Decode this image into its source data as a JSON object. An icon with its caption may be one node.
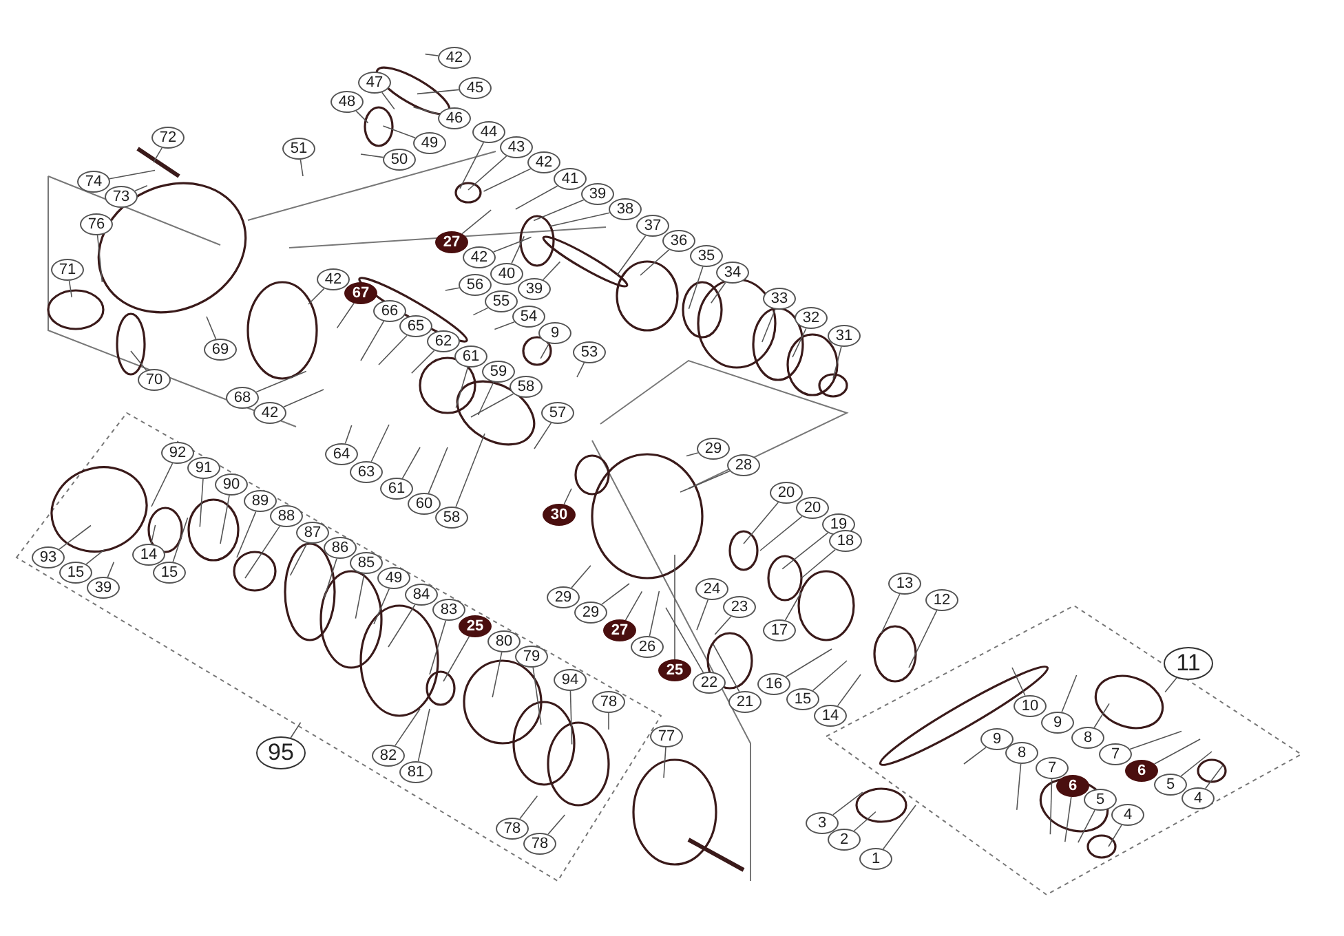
{
  "diagram": {
    "nodes": [
      {
        "text": [
          "42"
        ]
      },
      {
        "text": [
          "45"
        ]
      },
      {
        "text": [
          "47"
        ]
      },
      {
        "text": [
          "48"
        ]
      },
      {
        "text": [
          "46"
        ]
      },
      {
        "text": [
          "49"
        ]
      },
      {
        "text": [
          "50"
        ]
      },
      {
        "text": [
          "51"
        ]
      },
      {
        "text": [
          "72"
        ]
      },
      {
        "text": [
          "44"
        ]
      },
      {
        "text": [
          "43"
        ]
      },
      {
        "text": [
          "42"
        ]
      },
      {
        "text": [
          "41"
        ]
      },
      {
        "text": [
          "39"
        ]
      },
      {
        "text": [
          "38"
        ]
      },
      {
        "text": [
          "37"
        ]
      },
      {
        "text": [
          "36"
        ]
      },
      {
        "text": [
          "35"
        ]
      },
      {
        "text": [
          "34"
        ]
      },
      {
        "text": [
          "33"
        ]
      },
      {
        "text": [
          "32"
        ]
      },
      {
        "text": [
          "31"
        ]
      },
      {
        "text": [
          "74"
        ]
      },
      {
        "text": [
          "73"
        ]
      },
      {
        "text": [
          "76"
        ]
      },
      {
        "text": [
          "27"
        ]
      },
      {
        "text": [
          "42"
        ]
      },
      {
        "text": [
          "40"
        ]
      },
      {
        "text": [
          "39"
        ]
      },
      {
        "text": [
          "71"
        ]
      },
      {
        "text": [
          "42"
        ]
      },
      {
        "text": [
          "67"
        ]
      },
      {
        "text": [
          "66"
        ]
      },
      {
        "text": [
          "65"
        ]
      },
      {
        "text": [
          "56"
        ]
      },
      {
        "text": [
          "55"
        ]
      },
      {
        "text": [
          "54"
        ]
      },
      {
        "text": [
          "9"
        ]
      },
      {
        "text": [
          "53"
        ]
      },
      {
        "text": [
          "62"
        ]
      },
      {
        "text": [
          "61"
        ]
      },
      {
        "text": [
          "59"
        ]
      },
      {
        "text": [
          "58"
        ]
      },
      {
        "text": [
          "57"
        ]
      },
      {
        "text": [
          "69"
        ]
      },
      {
        "text": [
          "70"
        ]
      },
      {
        "text": [
          "68"
        ]
      },
      {
        "text": [
          "42"
        ]
      },
      {
        "text": [
          "64"
        ]
      },
      {
        "text": [
          "63"
        ]
      },
      {
        "text": [
          "61"
        ]
      },
      {
        "text": [
          "60"
        ]
      },
      {
        "text": [
          "58"
        ]
      },
      {
        "text": [
          "92"
        ]
      },
      {
        "text": [
          "91"
        ]
      },
      {
        "text": [
          "90"
        ]
      },
      {
        "text": [
          "89"
        ]
      },
      {
        "text": [
          "88"
        ]
      },
      {
        "text": [
          "87"
        ]
      },
      {
        "text": [
          "86"
        ]
      },
      {
        "text": [
          "85"
        ]
      },
      {
        "text": [
          "49"
        ]
      },
      {
        "text": [
          "84"
        ]
      },
      {
        "text": [
          "83"
        ]
      },
      {
        "text": [
          "25"
        ]
      },
      {
        "text": [
          "80"
        ]
      },
      {
        "text": [
          "79"
        ]
      },
      {
        "text": [
          "94"
        ]
      },
      {
        "text": [
          "78"
        ]
      },
      {
        "text": [
          "93"
        ]
      },
      {
        "text": [
          "15"
        ]
      },
      {
        "text": [
          "39"
        ]
      },
      {
        "text": [
          "14"
        ]
      },
      {
        "text": [
          "15"
        ]
      },
      {
        "text": [
          "95"
        ]
      },
      {
        "text": [
          "82"
        ]
      },
      {
        "text": [
          "81"
        ]
      },
      {
        "text": [
          "78"
        ]
      },
      {
        "text": [
          "78"
        ]
      },
      {
        "text": [
          "77"
        ]
      },
      {
        "text": [
          "29"
        ]
      },
      {
        "text": [
          "28"
        ]
      },
      {
        "text": [
          "30"
        ]
      },
      {
        "text": [
          "20"
        ]
      },
      {
        "text": [
          "20"
        ]
      },
      {
        "text": [
          "19"
        ]
      },
      {
        "text": [
          "18"
        ]
      },
      {
        "text": [
          "29"
        ]
      },
      {
        "text": [
          "29"
        ]
      },
      {
        "text": [
          "27"
        ]
      },
      {
        "text": [
          "26"
        ]
      },
      {
        "text": [
          "25"
        ]
      },
      {
        "text": [
          "24"
        ]
      },
      {
        "text": [
          "23"
        ]
      },
      {
        "text": [
          "22"
        ]
      },
      {
        "text": [
          "21"
        ]
      },
      {
        "text": [
          "17"
        ]
      },
      {
        "text": [
          "16"
        ]
      },
      {
        "text": [
          "15"
        ]
      },
      {
        "text": [
          "14"
        ]
      },
      {
        "text": [
          "13"
        ]
      },
      {
        "text": [
          "12"
        ]
      },
      {
        "text": [
          "11"
        ]
      },
      {
        "text": [
          "10"
        ]
      },
      {
        "text": [
          "9"
        ]
      },
      {
        "text": [
          "8"
        ]
      },
      {
        "text": [
          "7"
        ]
      },
      {
        "text": [
          "6"
        ]
      },
      {
        "text": [
          "5"
        ]
      },
      {
        "text": [
          "4"
        ]
      },
      {
        "text": [
          "9"
        ]
      },
      {
        "text": [
          "8"
        ]
      },
      {
        "text": [
          "7"
        ]
      },
      {
        "text": [
          "6"
        ]
      },
      {
        "text": [
          "5"
        ]
      },
      {
        "text": [
          "4"
        ]
      },
      {
        "text": [
          "3"
        ]
      },
      {
        "text": [
          "2"
        ]
      },
      {
        "text": [
          "1"
        ]
      }
    ],
    "edges": [
      {
        "from": 0,
        "to": null,
        "arrow": "none"
      },
      {
        "from": 1,
        "to": null,
        "arrow": "none"
      },
      {
        "from": 2,
        "to": null,
        "arrow": "none"
      },
      {
        "from": 3,
        "to": null,
        "arrow": "none"
      },
      {
        "from": 4,
        "to": null,
        "arrow": "none"
      },
      {
        "from": 5,
        "to": null,
        "arrow": "none"
      },
      {
        "from": 6,
        "to": null,
        "arrow": "none"
      },
      {
        "from": 7,
        "to": null,
        "arrow": "none"
      },
      {
        "from": 8,
        "to": null,
        "arrow": "none"
      },
      {
        "from": 9,
        "to": null,
        "arrow": "none"
      },
      {
        "from": 10,
        "to": null,
        "arrow": "none"
      },
      {
        "from": 11,
        "to": null,
        "arrow": "none"
      },
      {
        "from": 12,
        "to": null,
        "arrow": "none"
      },
      {
        "from": 13,
        "to": null,
        "arrow": "none"
      },
      {
        "from": 14,
        "to": null,
        "arrow": "none"
      },
      {
        "from": 15,
        "to": null,
        "arrow": "none"
      },
      {
        "from": 16,
        "to": null,
        "arrow": "none"
      },
      {
        "from": 17,
        "to": null,
        "arrow": "none"
      },
      {
        "from": 18,
        "to": null,
        "arrow": "none"
      },
      {
        "from": 19,
        "to": null,
        "arrow": "none"
      },
      {
        "from": 20,
        "to": null,
        "arrow": "none"
      },
      {
        "from": 21,
        "to": null,
        "arrow": "none"
      },
      {
        "from": 22,
        "to": null,
        "arrow": "none"
      },
      {
        "from": 23,
        "to": null,
        "arrow": "none"
      },
      {
        "from": 24,
        "to": null,
        "arrow": "none"
      },
      {
        "from": 25,
        "to": null,
        "arrow": "none"
      },
      {
        "from": 26,
        "to": null,
        "arrow": "none"
      },
      {
        "from": 27,
        "to": null,
        "arrow": "none"
      },
      {
        "from": 28,
        "to": null,
        "arrow": "none"
      },
      {
        "from": 29,
        "to": null,
        "arrow": "none"
      },
      {
        "from": 30,
        "to": null,
        "arrow": "none"
      },
      {
        "from": 31,
        "to": null,
        "arrow": "none"
      },
      {
        "from": 32,
        "to": null,
        "arrow": "none"
      },
      {
        "from": 33,
        "to": null,
        "arrow": "none"
      },
      {
        "from": 34,
        "to": null,
        "arrow": "none"
      },
      {
        "from": 35,
        "to": null,
        "arrow": "none"
      },
      {
        "from": 36,
        "to": null,
        "arrow": "none"
      },
      {
        "from": 37,
        "to": null,
        "arrow": "none"
      },
      {
        "from": 38,
        "to": null,
        "arrow": "none"
      },
      {
        "from": 39,
        "to": null,
        "arrow": "none"
      },
      {
        "from": 40,
        "to": null,
        "arrow": "none"
      },
      {
        "from": 41,
        "to": null,
        "arrow": "none"
      },
      {
        "from": 42,
        "to": null,
        "arrow": "none"
      },
      {
        "from": 43,
        "to": null,
        "arrow": "none"
      },
      {
        "from": 44,
        "to": null,
        "arrow": "none"
      },
      {
        "from": 45,
        "to": null,
        "arrow": "none"
      },
      {
        "from": 46,
        "to": null,
        "arrow": "none"
      },
      {
        "from": 47,
        "to": null,
        "arrow": "none"
      },
      {
        "from": 48,
        "to": null,
        "arrow": "none"
      },
      {
        "from": 49,
        "to": null,
        "arrow": "none"
      },
      {
        "from": 50,
        "to": null,
        "arrow": "none"
      },
      {
        "from": 51,
        "to": null,
        "arrow": "none"
      },
      {
        "from": 52,
        "to": null,
        "arrow": "none"
      },
      {
        "from": 53,
        "to": null,
        "arrow": "none"
      },
      {
        "from": 54,
        "to": null,
        "arrow": "none"
      },
      {
        "from": 55,
        "to": null,
        "arrow": "none"
      },
      {
        "from": 56,
        "to": null,
        "arrow": "none"
      },
      {
        "from": 57,
        "to": null,
        "arrow": "none"
      },
      {
        "from": 58,
        "to": null,
        "arrow": "none"
      },
      {
        "from": 59,
        "to": null,
        "arrow": "none"
      },
      {
        "from": 60,
        "to": null,
        "arrow": "none"
      },
      {
        "from": 61,
        "to": null,
        "arrow": "none"
      },
      {
        "from": 62,
        "to": null,
        "arrow": "none"
      },
      {
        "from": 63,
        "to": null,
        "arrow": "none"
      },
      {
        "from": 64,
        "to": null,
        "arrow": "none"
      },
      {
        "from": 65,
        "to": null,
        "arrow": "none"
      },
      {
        "from": 66,
        "to": null,
        "arrow": "none"
      },
      {
        "from": 67,
        "to": null,
        "arrow": "none"
      },
      {
        "from": 68,
        "to": null,
        "arrow": "none"
      },
      {
        "from": 69,
        "to": null,
        "arrow": "none"
      },
      {
        "from": 70,
        "to": null,
        "arrow": "none"
      },
      {
        "from": 71,
        "to": null,
        "arrow": "none"
      },
      {
        "from": 72,
        "to": null,
        "arrow": "none"
      },
      {
        "from": 73,
        "to": null,
        "arrow": "none"
      },
      {
        "from": 74,
        "to": null,
        "arrow": "none"
      },
      {
        "from": 75,
        "to": null,
        "arrow": "none"
      },
      {
        "from": 76,
        "to": null,
        "arrow": "none"
      },
      {
        "from": 77,
        "to": null,
        "arrow": "none"
      },
      {
        "from": 78,
        "to": null,
        "arrow": "none"
      },
      {
        "from": 79,
        "to": null,
        "arrow": "none"
      },
      {
        "from": 80,
        "to": null,
        "arrow": "none"
      },
      {
        "from": 81,
        "to": null,
        "arrow": "none"
      },
      {
        "from": 82,
        "to": null,
        "arrow": "none"
      },
      {
        "from": 83,
        "to": null,
        "arrow": "none"
      },
      {
        "from": 84,
        "to": null,
        "arrow": "none"
      },
      {
        "from": 85,
        "to": null,
        "arrow": "none"
      },
      {
        "from": 86,
        "to": null,
        "arrow": "none"
      },
      {
        "from": 87,
        "to": null,
        "arrow": "none"
      },
      {
        "from": 88,
        "to": null,
        "arrow": "none"
      },
      {
        "from": 89,
        "to": null,
        "arrow": "none"
      },
      {
        "from": 90,
        "to": null,
        "arrow": "none"
      },
      {
        "from": 91,
        "to": null,
        "arrow": "none"
      },
      {
        "from": 92,
        "to": null,
        "arrow": "none"
      },
      {
        "from": 93,
        "to": null,
        "arrow": "none"
      },
      {
        "from": 94,
        "to": null,
        "arrow": "none"
      },
      {
        "from": 95,
        "to": null,
        "arrow": "none"
      },
      {
        "from": 96,
        "to": null,
        "arrow": "none"
      },
      {
        "from": 97,
        "to": null,
        "arrow": "none"
      },
      {
        "from": 98,
        "to": null,
        "arrow": "none"
      },
      {
        "from": 99,
        "to": null,
        "arrow": "none"
      },
      {
        "from": 100,
        "to": null,
        "arrow": "none"
      },
      {
        "from": 101,
        "to": null,
        "arrow": "none"
      },
      {
        "from": 102,
        "to": null,
        "arrow": "none"
      },
      {
        "from": 103,
        "to": null,
        "arrow": "none"
      },
      {
        "from": 104,
        "to": null,
        "arrow": "none"
      },
      {
        "from": 105,
        "to": null,
        "arrow": "none"
      },
      {
        "from": 106,
        "to": null,
        "arrow": "none"
      },
      {
        "from": 107,
        "to": null,
        "arrow": "none"
      },
      {
        "from": 108,
        "to": null,
        "arrow": "none"
      },
      {
        "from": 109,
        "to": null,
        "arrow": "none"
      },
      {
        "from": 110,
        "to": null,
        "arrow": "none"
      },
      {
        "from": 111,
        "to": null,
        "arrow": "none"
      },
      {
        "from": 112,
        "to": null,
        "arrow": "none"
      },
      {
        "from": 113,
        "to": null,
        "arrow": "none"
      },
      {
        "from": 114,
        "to": null,
        "arrow": "none"
      },
      {
        "from": 115,
        "to": null,
        "arrow": "none"
      },
      {
        "from": 116,
        "to": null,
        "arrow": "none"
      },
      {
        "from": 117,
        "to": null,
        "arrow": "none"
      },
      {
        "from": 118,
        "to": null,
        "arrow": "none"
      }
    ]
  }
}
